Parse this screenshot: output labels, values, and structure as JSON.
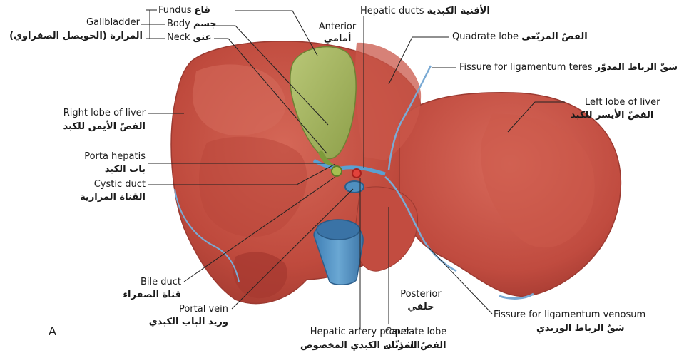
{
  "labels": {
    "gallbladder": {
      "en": "Gallbladder",
      "ar": "المرارة (الحويصل الصفراوي)"
    },
    "fundus": {
      "en": "Fundus",
      "ar": "قاع"
    },
    "body": {
      "en": "Body",
      "ar": "جسم"
    },
    "neck": {
      "en": "Neck",
      "ar": "عنق"
    },
    "anterior": {
      "en": "Anterior",
      "ar": "أمامي"
    },
    "hepatic_ducts": {
      "en": "Hepatic ducts",
      "ar": "الأقنية الكبدية"
    },
    "quadrate_lobe": {
      "en": "Quadrate lobe",
      "ar": "الفصّ المربّعي"
    },
    "fissure_teres": {
      "en": "Fissure for ligamentum teres",
      "ar": "شقّ الرباط المدوّر"
    },
    "left_lobe": {
      "en": "Left lobe of liver",
      "ar": "الفصّ الأيسر للكبد"
    },
    "right_lobe": {
      "en": "Right lobe of liver",
      "ar": "الفصّ الأيمن للكبد"
    },
    "porta_hepatis": {
      "en": "Porta hepatis",
      "ar": "باب الكبد"
    },
    "cystic_duct": {
      "en": "Cystic duct",
      "ar": "القناة المرارية"
    },
    "bile_duct": {
      "en": "Bile duct",
      "ar": "قناة الصفراء"
    },
    "portal_vein": {
      "en": "Portal vein",
      "ar": "وريد الباب الكبدي"
    },
    "hepatic_artery": {
      "en": "Hepatic artery proper",
      "ar": "الشريان الكبدي المخصوص"
    },
    "caudate_lobe": {
      "en": "Caudate lobe",
      "ar": "الفصّ المذنّب"
    },
    "posterior": {
      "en": "Posterior",
      "ar": "خلفي"
    },
    "fissure_venosum": {
      "en": "Fissure for ligamentum venosum",
      "ar": "شقّ الرباط الوريدي"
    }
  },
  "panel_letter": "A",
  "colors": {
    "liver": "#c0463c",
    "liver_shadow": "#a7362f",
    "liver_highlight": "#d8695c",
    "gallbladder": "#a2b35a",
    "vessel_blue": "#4f8fc0",
    "artery_red": "#d9322b",
    "bile_green": "#7d9a3a"
  }
}
